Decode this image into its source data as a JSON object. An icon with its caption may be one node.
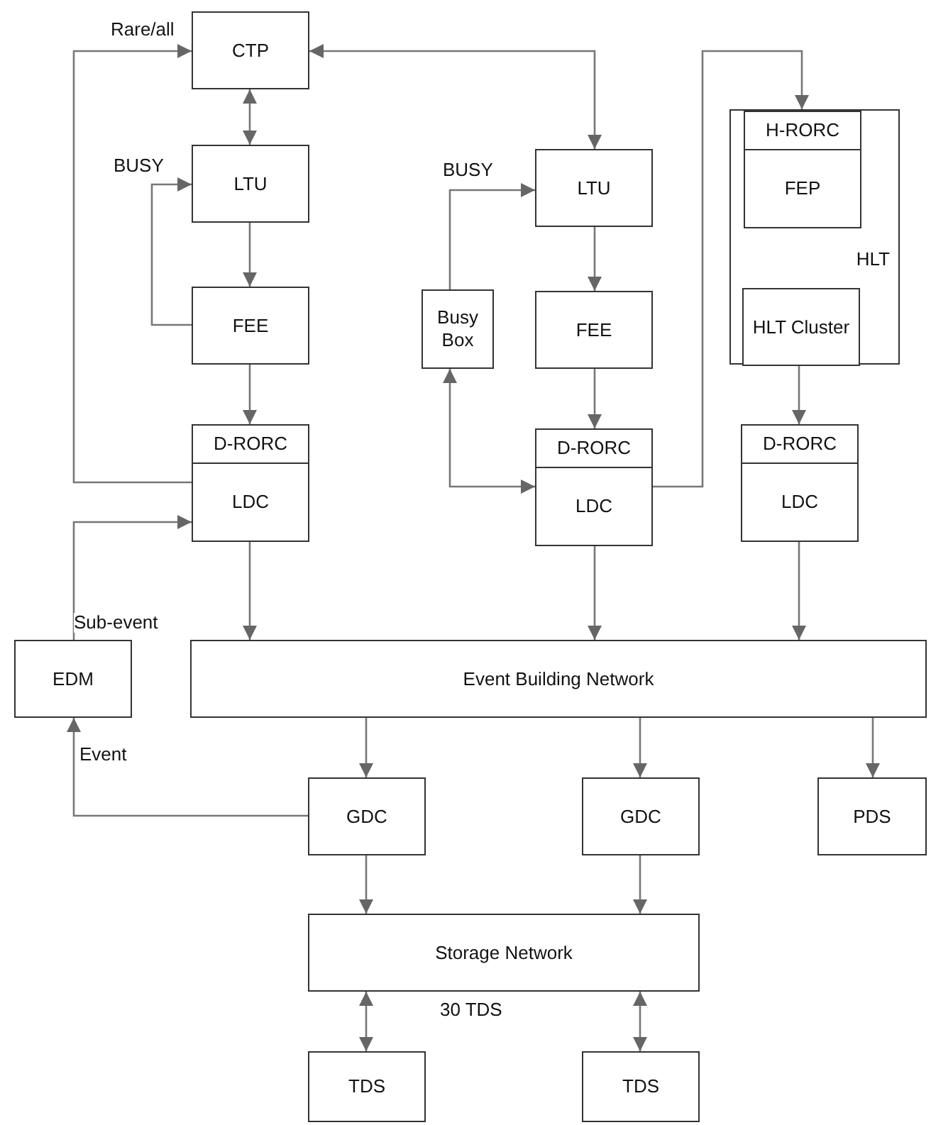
{
  "diagram": {
    "nodes": [
      {
        "text": [
          "CTP"
        ]
      },
      {
        "text": [
          "LTU"
        ]
      },
      {
        "text": [
          "FEE"
        ]
      },
      {
        "text": [
          "D-RORC",
          "LDC"
        ]
      },
      {
        "text": [
          "Busy Box"
        ]
      },
      {
        "text": [
          "LTU"
        ]
      },
      {
        "text": [
          "FEE"
        ]
      },
      {
        "text": [
          "D-RORC",
          "LDC"
        ]
      },
      {
        "text": [
          "HLT"
        ]
      },
      {
        "text": [
          "H-RORC",
          "FEP"
        ],
        "in": 8
      },
      {
        "text": [
          "HLT Cluster"
        ],
        "in": 8
      },
      {
        "text": [
          "D-RORC",
          "LDC"
        ]
      },
      {
        "text": [
          "EDM"
        ]
      },
      {
        "text": [
          "Event Building Network"
        ]
      },
      {
        "text": [
          "GDC"
        ]
      },
      {
        "text": [
          "GDC"
        ]
      },
      {
        "text": [
          "PDS"
        ]
      },
      {
        "text": [
          "Storage Network"
        ]
      },
      {
        "text": [
          "TDS"
        ]
      },
      {
        "text": [
          "TDS"
        ]
      }
    ],
    "edges": [
      {
        "from": 3,
        "to": 0,
        "arrow": "to",
        "label": "Rare/all"
      },
      {
        "from": 0,
        "to": 1,
        "arrow": "both"
      },
      {
        "from": 1,
        "to": 2,
        "arrow": "to"
      },
      {
        "from": 2,
        "to": 1,
        "arrow": "to",
        "label": "BUSY"
      },
      {
        "from": 2,
        "to": 3,
        "arrow": "to"
      },
      {
        "from": 0,
        "to": 5,
        "arrow": "both"
      },
      {
        "from": 4,
        "to": 5,
        "arrow": "to",
        "label": "BUSY"
      },
      {
        "from": 5,
        "to": 6,
        "arrow": "to"
      },
      {
        "from": 6,
        "to": 7,
        "arrow": "to"
      },
      {
        "from": 4,
        "to": 7,
        "arrow": "both"
      },
      {
        "from": 7,
        "to": 8,
        "arrow": "to"
      },
      {
        "from": 10,
        "to": 11,
        "arrow": "to"
      },
      {
        "from": 3,
        "to": 13,
        "arrow": "to"
      },
      {
        "from": 7,
        "to": 13,
        "arrow": "to"
      },
      {
        "from": 11,
        "to": 13,
        "arrow": "to"
      },
      {
        "from": 12,
        "to": 3,
        "arrow": "to",
        "label": "Sub-event"
      },
      {
        "from": 14,
        "to": 12,
        "arrow": "to",
        "label": "Event"
      },
      {
        "from": 13,
        "to": 14,
        "arrow": "to"
      },
      {
        "from": 13,
        "to": 15,
        "arrow": "to"
      },
      {
        "from": 13,
        "to": 16,
        "arrow": "to"
      },
      {
        "from": 14,
        "to": 17,
        "arrow": "to"
      },
      {
        "from": 15,
        "to": 17,
        "arrow": "to"
      },
      {
        "from": 17,
        "to": 18,
        "arrow": "both"
      },
      {
        "from": 17,
        "to": 19,
        "arrow": "both"
      }
    ],
    "labels": [
      "30 TDS"
    ]
  }
}
